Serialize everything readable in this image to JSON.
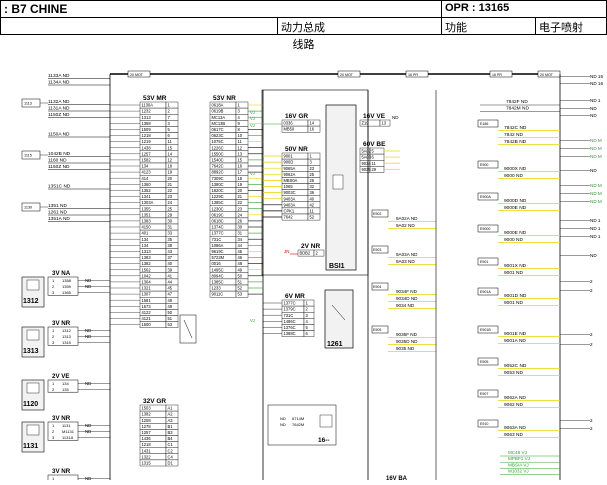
{
  "header": {
    "model": ": B7 CHINE",
    "opr": "OPR : 13165",
    "system": "动力总成",
    "category": "功能",
    "subsystem": "电子喷射"
  },
  "diagram": {
    "section_title": "线路",
    "bar_labels": [
      "20 MOT",
      "20 MOT",
      "16 PR",
      "16 PR",
      "20 MOT"
    ],
    "left_wire_groups": [
      {
        "box": "",
        "wires": [
          "1133A ND",
          "1134A ND"
        ]
      },
      {
        "box": "1113",
        "wires": [
          "1132A ND",
          "1131A ND",
          "1150Z ND"
        ]
      },
      {
        "box": "",
        "wires": [
          "1150A ND"
        ]
      },
      {
        "box": "1115",
        "wires": [
          "1042B ND",
          "1160 ND",
          "1150Z ND"
        ]
      },
      {
        "box": "",
        "wires": [
          "1351C ND"
        ]
      },
      {
        "box": "1130",
        "wires": [
          "1351 ND",
          "1261 ND",
          "1351A ND"
        ]
      }
    ],
    "mr53_title": "53V MR",
    "mr53_rows": [
      [
        "1130A",
        "1"
      ],
      [
        "1232",
        "2"
      ],
      [
        "1313",
        "7"
      ],
      [
        "1358",
        "3"
      ],
      [
        "1509",
        "5"
      ],
      [
        "1218",
        "6"
      ],
      [
        "1219",
        "11"
      ],
      [
        "1438",
        "15"
      ],
      [
        "1257",
        "14"
      ],
      [
        "1582",
        "12"
      ],
      [
        "134",
        "18"
      ],
      [
        "4123",
        "19"
      ],
      [
        "414",
        "20"
      ],
      [
        "1360",
        "21"
      ],
      [
        "1352",
        "22"
      ],
      [
        "1341",
        "23"
      ],
      [
        "1303A",
        "24"
      ],
      [
        "1355",
        "25"
      ],
      [
        "1351",
        "29"
      ],
      [
        "1383",
        "30"
      ],
      [
        "4150",
        "31"
      ],
      [
        "401",
        "33"
      ],
      [
        "134",
        "35"
      ],
      [
        "134",
        "38"
      ],
      [
        "1313",
        "43"
      ],
      [
        "1383",
        "37"
      ],
      [
        "1382",
        "40"
      ],
      [
        "1562",
        "39"
      ],
      [
        "1042",
        "41"
      ],
      [
        "1304",
        "44"
      ],
      [
        "1321",
        "45"
      ],
      [
        "1307",
        "47"
      ],
      [
        "1581",
        "48"
      ],
      [
        "1573",
        "49"
      ],
      [
        "4122",
        "50"
      ],
      [
        "4121",
        "51"
      ],
      [
        "1500",
        "53"
      ]
    ],
    "nr53_title": "53V NR",
    "nr53_rows": [
      [
        "0618A",
        "1"
      ],
      [
        "0619B",
        "3"
      ],
      [
        "MC13A",
        "4"
      ],
      [
        "MC13B",
        "9"
      ],
      [
        "0617C",
        "8"
      ],
      [
        "0623C",
        "10"
      ],
      [
        "1075C",
        "11"
      ],
      [
        "1226C",
        "12"
      ],
      [
        "1550C",
        "13"
      ],
      [
        "1540C",
        "15"
      ],
      [
        "7642C",
        "16"
      ],
      [
        "8892C",
        "17"
      ],
      [
        "7309C",
        "18"
      ],
      [
        "1380C",
        "19"
      ],
      [
        "1820C",
        "20"
      ],
      [
        "1229C",
        "21"
      ],
      [
        "1385C",
        "22"
      ],
      [
        "1230C",
        "23"
      ],
      [
        "0619C",
        "24"
      ],
      [
        "0618C",
        "26"
      ],
      [
        "1374C",
        "30"
      ],
      [
        "1377C",
        "31"
      ],
      [
        "731C",
        "34"
      ],
      [
        "1086A",
        "44"
      ],
      [
        "9619C",
        "45"
      ],
      [
        "5723M",
        "46"
      ],
      [
        "0016",
        "48"
      ],
      [
        "1495C",
        "49"
      ],
      [
        "8094C",
        "50"
      ],
      [
        "1385C",
        "51"
      ],
      [
        "1233",
        "52"
      ],
      [
        "9011C",
        "53"
      ]
    ],
    "gr32_title": "32V GR",
    "gr32_rows": [
      [
        "1503",
        "A1"
      ],
      [
        "1382",
        "A2"
      ],
      [
        "1208",
        "A3"
      ],
      [
        "1278",
        "B1"
      ],
      [
        "1257",
        "B3"
      ],
      [
        "1436",
        "B4"
      ],
      [
        "1218",
        "C1"
      ],
      [
        "1431",
        "C2"
      ],
      [
        "1322",
        "C4"
      ],
      [
        "1315",
        "D1"
      ]
    ],
    "vj_labels": [
      "VJ",
      "VJ",
      "VJ",
      "VJ",
      "VJ"
    ],
    "gr16_title": "16V GR",
    "gr16_rows": [
      [
        "0336",
        "14"
      ],
      [
        "MB50",
        "16"
      ]
    ],
    "ve16_title": "16V VE",
    "ve16_rows": [
      [
        "Z19",
        "13"
      ]
    ],
    "nr50_title": "50V NR",
    "nr50_rows": [
      [
        "9001",
        "1"
      ],
      [
        "900D",
        "3"
      ],
      [
        "9065A",
        "23"
      ],
      [
        "9062A",
        "25"
      ],
      [
        "MBS0A",
        "26"
      ],
      [
        "1065",
        "32"
      ],
      [
        "9003C",
        "36"
      ],
      [
        "9403A",
        "40"
      ],
      [
        "9403A",
        "42"
      ],
      [
        "CPK1",
        "11"
      ],
      [
        "7642",
        "52"
      ]
    ],
    "be60_title": "60V BE",
    "be60_rows": [
      [
        "5A02",
        "5"
      ],
      [
        "5A03",
        "6"
      ],
      [
        "9034",
        "11"
      ],
      [
        "9035",
        "29"
      ]
    ],
    "ve16_nd": "ND",
    "bsi_label": "BSI1",
    "nr2_title": "2V NR",
    "nr2_rows": [
      [
        "BDB2",
        "2"
      ]
    ],
    "jn_label": "JN",
    "mr6_title": "6V MR",
    "mr6_rows": [
      [
        "1377C",
        "1"
      ],
      [
        "1379C",
        "2"
      ],
      [
        "731C",
        "3"
      ],
      [
        "1486C",
        "4"
      ],
      [
        "1376C",
        "5"
      ],
      [
        "1388C",
        "6"
      ]
    ],
    "comp1261_label": "1261",
    "comp16_label": "16--",
    "comp16_texts": [
      "ND",
      "ND",
      "6714M",
      "7642M"
    ],
    "mid_boxes": [
      {
        "box": "E902",
        "wires": [
          "9A02A ND",
          "9A02 ND"
        ]
      },
      {
        "box": "E903",
        "wires": [
          "9A03A ND",
          "9A03 ND"
        ]
      },
      {
        "box": "E904",
        "wires": [
          "9034F ND",
          "9034D ND",
          "9034 ND"
        ]
      },
      {
        "box": "E905",
        "wires": [
          "9035F ND",
          "9035D ND",
          "9035 ND"
        ]
      }
    ],
    "right_top_wires": [
      "7842F ND",
      "7842M ND"
    ],
    "right_boxes": [
      {
        "box": "E186",
        "wires": [
          "7842C ND",
          "7842 ND",
          "7842B ND"
        ]
      },
      {
        "box": "E900",
        "wires": [
          "9000X ND",
          "9000 ND"
        ]
      },
      {
        "box": "E900A",
        "wires": [
          "9000D ND",
          "9000E ND"
        ]
      },
      {
        "box": "E9000",
        "wires": [
          "9000E ND",
          "9000 ND"
        ]
      },
      {
        "box": "E901",
        "wires": [
          "9001X ND",
          "9001 ND"
        ]
      },
      {
        "box": "E901A",
        "wires": [
          "9001D ND",
          "9001 ND"
        ]
      },
      {
        "box": "E901B",
        "wires": [
          "9001E ND",
          "9001A ND"
        ]
      },
      {
        "box": "E905",
        "wires": [
          "9052C ND",
          "9053 ND"
        ]
      },
      {
        "box": "E907",
        "wires": [
          "9062A ND",
          "9062 ND"
        ]
      },
      {
        "box": "E910",
        "wires": [
          "9063A ND",
          "9063 ND"
        ]
      }
    ],
    "right_bottom_wires": [
      "MC46 VJ",
      "MPBF1 VJ",
      "MBSIA VJ",
      "M1032 VJ"
    ],
    "edge_labels": [
      "ND 15",
      "ND 16",
      "ND 1",
      "ND",
      "ND",
      "ND M",
      "ND M",
      "ND M",
      "ND",
      "ND M",
      "ND M",
      "ND M",
      "ND 1",
      "ND 1",
      "ND 1",
      "ND",
      "2",
      "2",
      "2",
      "2",
      "2",
      "2"
    ],
    "left_components": [
      {
        "title": "3V NA",
        "id": "1312",
        "rows": [
          [
            "1",
            "1358",
            "ND"
          ],
          [
            "2",
            "1359",
            "ND"
          ],
          [
            "3",
            "1365",
            ""
          ]
        ]
      },
      {
        "title": "3V NR",
        "id": "1313",
        "rows": [
          [
            "1",
            "1312",
            "ND"
          ],
          [
            "2",
            "1313",
            "ND"
          ],
          [
            "3",
            "1315",
            ""
          ]
        ]
      },
      {
        "title": "2V VE",
        "id": "1120",
        "rows": [
          [
            "1",
            "134",
            "ND"
          ],
          [
            "2",
            "135",
            ""
          ]
        ]
      },
      {
        "title": "3V NR",
        "id": "1131",
        "rows": [
          [
            "1",
            "1131",
            "ND"
          ],
          [
            "2",
            "M1131",
            "ND"
          ],
          [
            "3",
            "1131A",
            ""
          ]
        ]
      },
      {
        "title": "3V NR",
        "id": "",
        "rows": [
          [
            "1",
            "",
            "ND"
          ]
        ]
      }
    ],
    "bottom_connector": "16V BA"
  },
  "colors": {
    "wire_yellow": "#e6d700",
    "wire_green": "#2e9e2e",
    "wire_red": "#cc0000",
    "line": "#000000",
    "box_fill": "#f2f2f2"
  }
}
